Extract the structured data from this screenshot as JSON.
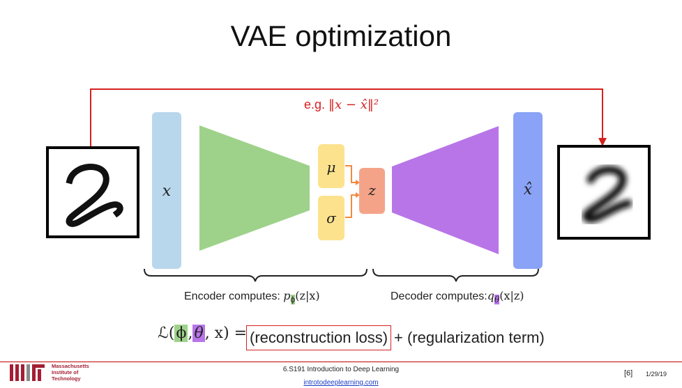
{
  "slide": {
    "title": "VAE optimization",
    "loss_example_prefix": "e.g. ",
    "loss_example_math": "‖x − x̂‖²",
    "input_label": "x",
    "output_label": "x̂",
    "mu_label": "μ",
    "sigma_label": "σ",
    "z_label": "z",
    "encoder_caption_text": "Encoder computes: ",
    "encoder_caption_math": "p",
    "encoder_caption_sub": "ϕ",
    "encoder_caption_tail": "(z|x)",
    "decoder_caption_text": "Decoder computes:",
    "decoder_caption_math": "q",
    "decoder_caption_sub": "θ",
    "decoder_caption_tail": "(x|z)",
    "loss_L": "ℒ(",
    "loss_phi": "ϕ",
    "loss_comma1": ",",
    "loss_theta": "θ",
    "loss_rest": ", x) =",
    "loss_recon": "(reconstruction loss)",
    "loss_plus_reg": "+ (regularization term)"
  },
  "footer": {
    "inst_line1": "Massachusetts",
    "inst_line2": "Institute of",
    "inst_line3": "Technology",
    "course": "6.S191 Introduction to Deep Learning",
    "url": "introtodeeplearning.com",
    "slide_number": "[6]",
    "date": "1/29/19"
  },
  "colors": {
    "accent_red": "#d62020",
    "input_bar": "#b9d7ec",
    "encoder": "#9ed28a",
    "latent": "#fde28d",
    "z_box": "#f4a389",
    "decoder": "#b875e8",
    "output_bar": "#8aa3f6"
  },
  "icons": {
    "mit_logo": "mit-logo-icon"
  }
}
